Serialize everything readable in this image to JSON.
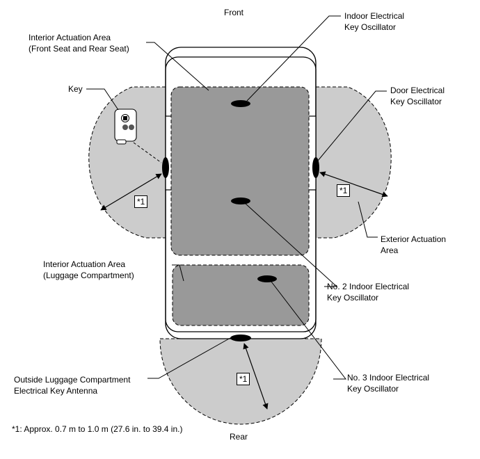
{
  "labels": {
    "front": "Front",
    "rear": "Rear",
    "interior_front_rear": [
      "Interior Actuation Area",
      "(Front Seat and Rear Seat)"
    ],
    "key": "Key",
    "indoor_osc": [
      "Indoor Electrical",
      "Key Oscillator"
    ],
    "door_osc": [
      "Door Electrical",
      "Key Oscillator"
    ],
    "exterior_area": [
      "Exterior Actuation",
      "Area"
    ],
    "interior_luggage": [
      "Interior Actuation Area",
      "(Luggage Compartment)"
    ],
    "no2_osc": [
      "No. 2 Indoor Electrical",
      "Key Oscillator"
    ],
    "no3_osc": [
      "No. 3 Indoor Electrical",
      "Key Oscillator"
    ],
    "outside_antenna": [
      "Outside Luggage Compartment",
      "Electrical Key Antenna"
    ],
    "distance_marker": "*1",
    "footnote": "*1: Approx. 0.7 m to 1.0 m (27.6 in. to 39.4 in.)"
  },
  "colors": {
    "exterior_zone": "#cccccc",
    "interior_zone": "#999999",
    "outline": "#000000",
    "background": "#ffffff"
  }
}
